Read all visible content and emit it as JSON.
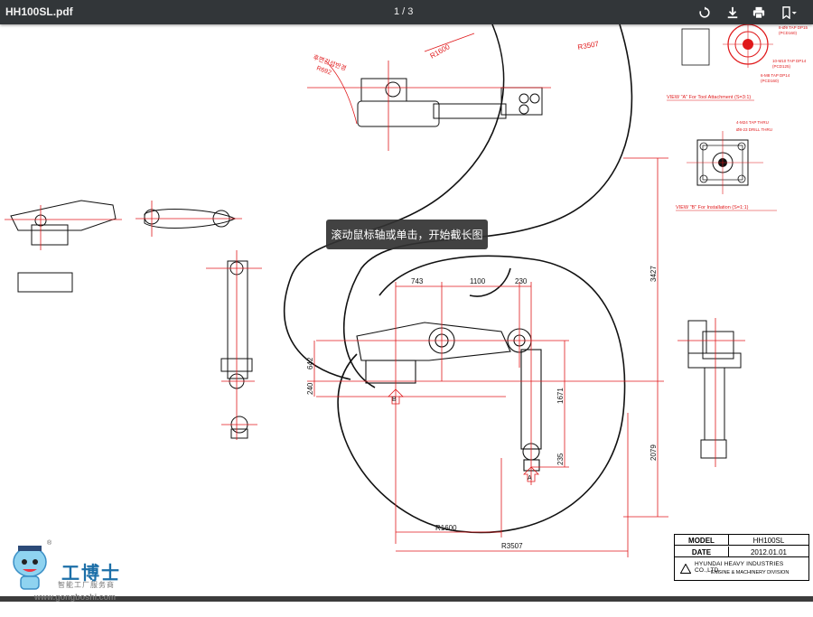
{
  "viewer": {
    "file_name": "HH100SL.pdf",
    "page_counter": "1 / 3",
    "buttons": {
      "rotate": "rotate-icon",
      "download": "download-icon",
      "print": "print-icon",
      "bookmark": "bookmark-icon"
    }
  },
  "overlay": {
    "tooltip": "滚动鼠标轴或单击，开始截长图"
  },
  "drawing": {
    "top_labels": {
      "radius_inner": "R1600",
      "radius_outer": "R3507",
      "korean_note": "후면간섭반경",
      "korean_radius": "R692"
    },
    "view_a_caption": "VIEW \"A\" For Tool Attachment (S=3:1)",
    "view_b_caption": "VIEW \"B\" For Installation (S=1:1)",
    "view_a_notes": [
      "8-Ø9 TAP DP15",
      "(PCD160)",
      "10-M10 TAP DP14",
      "(PCD125)",
      "6-M8 TAP DP14",
      "(PCD160)"
    ],
    "view_b_notes": [
      "4-M24 TAP THRU",
      "Ø8-23 DRILL THRU"
    ],
    "dimensions": {
      "d743": "743",
      "d1100": "1100",
      "d230": "230",
      "d642": "642",
      "d240": "240",
      "d1671": "1671",
      "d235": "235",
      "d3427": "3427",
      "d2079": "2079",
      "bottom_r1600": "R1600",
      "bottom_r3507": "R3507"
    },
    "markers": {
      "a": "A",
      "b": "B"
    },
    "colors": {
      "line": "#111111",
      "dimension": "#e0191b"
    }
  },
  "title_block": {
    "model_label": "MODEL",
    "model_value": "HH100SL",
    "date_label": "DATE",
    "date_value": "2012.01.01",
    "company": "HYUNDAI HEAVY INDUSTRIES CO.,LTD.",
    "division": "ENGINE & MACHINERY DIVISION"
  },
  "watermark": {
    "name": "工博士",
    "subtitle": "智能工厂服务商",
    "url": "www.gongboshi.com",
    "registered": "®"
  }
}
